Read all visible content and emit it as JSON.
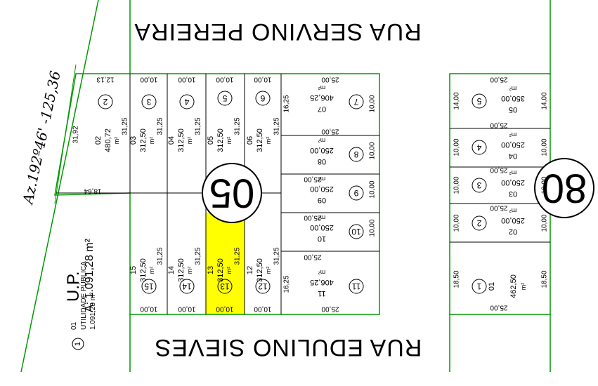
{
  "map": {
    "blocks": [
      {
        "number": "05"
      },
      {
        "number": "80"
      }
    ],
    "streets": [
      {
        "name": "RUA SERVINO PEREIRA"
      },
      {
        "name": "RUA EDULINO SIEVES"
      }
    ],
    "azimuth": {
      "text": "Az.192º46' -125,36"
    },
    "public_utility": {
      "number": "1",
      "code": "01",
      "label": "UTILIDADE PÚBLICA",
      "area": "1.091,28 m²",
      "big_label": "U.P.",
      "big_area": "A: 1.091,28 m²"
    },
    "block05": {
      "top_frontages": [
        "12,13",
        "10,00",
        "10,00",
        "10,00",
        "10,00",
        "25,00"
      ],
      "bottom_frontages": [
        "10,00",
        "10,00",
        "10,00",
        "10,00",
        "25,00"
      ],
      "side_depths": [
        "31,92",
        "18,64",
        "16,25",
        "16,25",
        "10,00",
        "10,00",
        "10,00",
        "10,00"
      ],
      "inner_widths": [
        "25,00",
        "25,00",
        "25,00",
        "25,00"
      ],
      "lots": [
        {
          "n": "2",
          "code": "02",
          "area": "480,72",
          "unit": "m²",
          "depth": "31,25"
        },
        {
          "n": "3",
          "code": "03",
          "area": "312,50",
          "unit": "m²",
          "depth": "31,25"
        },
        {
          "n": "4",
          "code": "04",
          "area": "312,50",
          "unit": "m²",
          "depth": "31,25"
        },
        {
          "n": "5",
          "code": "05",
          "area": "312,50",
          "unit": "m²",
          "depth": "31,25"
        },
        {
          "n": "6",
          "code": "06",
          "area": "312,50",
          "unit": "m²",
          "depth": "31,25"
        },
        {
          "n": "7",
          "code": "07",
          "area": "406,25",
          "unit": "m²"
        },
        {
          "n": "8",
          "code": "08",
          "area": "250,00",
          "unit": "m²"
        },
        {
          "n": "9",
          "code": "09",
          "area": "250,00",
          "unit": "m²"
        },
        {
          "n": "10",
          "code": "10",
          "area": "250,00",
          "unit": "m²"
        },
        {
          "n": "11",
          "code": "11",
          "area": "406,25",
          "unit": "m²"
        },
        {
          "n": "12",
          "code": "12",
          "area": "312,50",
          "unit": "m²",
          "depth": "31,25"
        },
        {
          "n": "13",
          "code": "13",
          "area": "312,50",
          "unit": "m²",
          "depth": "31,25",
          "highlighted": true
        },
        {
          "n": "14",
          "code": "14",
          "area": "312,50",
          "unit": "m²",
          "depth": "31,25"
        },
        {
          "n": "15",
          "code": "15",
          "area": "312,50",
          "unit": "m²",
          "depth": "31,25"
        }
      ]
    },
    "block80": {
      "widths": [
        "25,00",
        "25,00",
        "25,00",
        "25,00",
        "25,00"
      ],
      "depths": [
        "14,00",
        "10,00",
        "10,00",
        "10,00",
        "18,50"
      ],
      "lots": [
        {
          "n": "5",
          "code": "05",
          "area": "350,00",
          "unit": "m²"
        },
        {
          "n": "4",
          "code": "04",
          "area": "250,00",
          "unit": "m²"
        },
        {
          "n": "3",
          "code": "03",
          "area": "250,00",
          "unit": "m²"
        },
        {
          "n": "2",
          "code": "02",
          "area": "250,00",
          "unit": "m²"
        },
        {
          "n": "1",
          "code": "01",
          "area": "462,50",
          "unit": "m²"
        }
      ]
    },
    "colors": {
      "outline": "#009900",
      "lines": "#000000",
      "highlight": "#ffff00"
    }
  }
}
